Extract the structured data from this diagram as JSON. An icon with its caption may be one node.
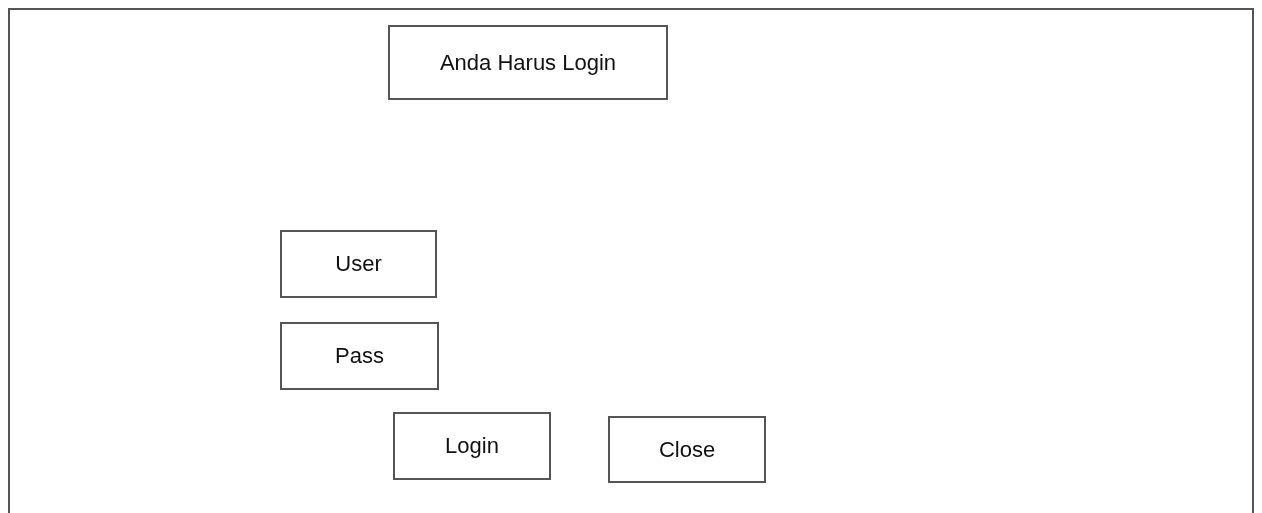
{
  "diagram": {
    "nodes": [
      {
        "text": [],
        "shape": "box"
      },
      {
        "text": [
          "Anda Harus Login"
        ],
        "in": 0
      },
      {
        "text": [
          "User"
        ],
        "in": 0
      },
      {
        "text": [
          "Pass"
        ],
        "in": 0
      },
      {
        "text": [
          "Login"
        ],
        "in": 0
      },
      {
        "text": [
          "Close"
        ],
        "in": 0
      }
    ]
  }
}
